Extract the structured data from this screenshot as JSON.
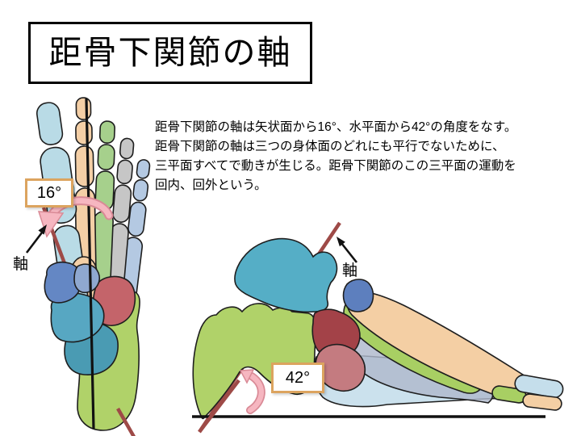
{
  "slide": {
    "title": "距骨下関節の軸",
    "body_lines": [
      "距骨下関節の軸は矢状面から16°、水平面から42°の角度をなす。",
      "距骨下関節の軸は三つの身体面のどれにも平行でないために、",
      "三平面すべてで動きが生じる。距骨下関節のこの三平面の運動を",
      "回内、回外という。"
    ]
  },
  "dorsal_view": {
    "angle_label": "16°",
    "axis_label": "軸"
  },
  "lateral_view": {
    "angle_label": "42°",
    "axis_label": "軸"
  },
  "colors": {
    "axis_line": "#9e4a47",
    "reference_line": "#111111",
    "label_border": "#dca45f",
    "rotation_arrow_fill": "#f6b6c0",
    "rotation_arrow_outline": "#d98a96",
    "bones": {
      "big_toe_blue": "#b9dbe6",
      "second_ray_peach": "#f4cfa6",
      "third_ray_green": "#a6d08c",
      "fourth_ray_gray": "#c6c6c6",
      "fifth_ray_periwinkle": "#b4c9e2",
      "medial_cuneiform_blue": "#6487c4",
      "intermediate_cuneiform_blue": "#8fa8d0",
      "navicular_teal": "#57a7c2",
      "cuboid_teal": "#4a9bb3",
      "talus_red": "#c4646a",
      "calcaneus_green": "#b0d269",
      "talus_lateral_teal": "#55aec6",
      "navicular_lateral_blue": "#5d7fbe",
      "cuneiform_dark_red": "#a34248",
      "cuneiform_light_red": "#c47b80",
      "metatarsal_band_green": "#a8cf63",
      "metatarsal_band_peach": "#f4cfa4",
      "metatarsal_band_gray": "#aeb8cc",
      "metatarsal_band_blue": "#c5deeb"
    }
  }
}
